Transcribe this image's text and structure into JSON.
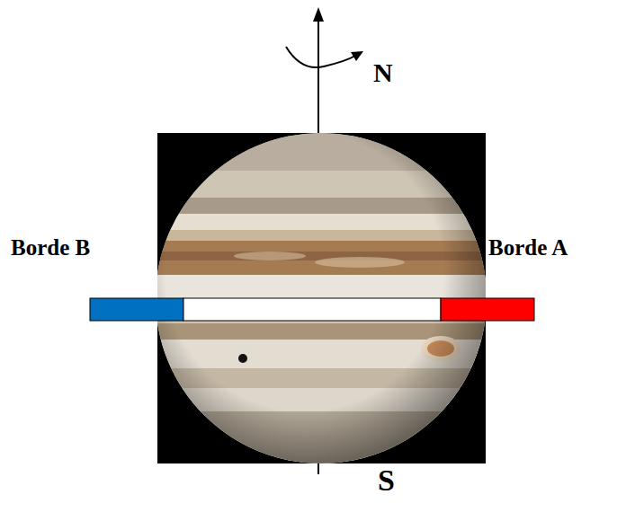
{
  "diagram": {
    "labels": [
      "N",
      "Borde B",
      "Borde A",
      "S"
    ]
  }
}
